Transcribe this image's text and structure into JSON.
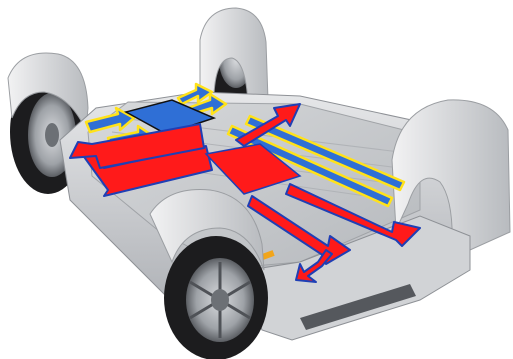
{
  "figure": {
    "subject": "skateboard-ev-chassis",
    "colors": {
      "background": "#ffffff",
      "chassis_body": "#cfd1d4",
      "chassis_shadow": "#8e9196",
      "floor": "#c9cbce",
      "tire": "#1c1c1e",
      "rim": "#b9bcc0",
      "red_node": "#ff1a1a",
      "red_outline": "#1f3fb5",
      "blue_node": "#2f6fd6",
      "blue_outline": "#111111",
      "yellow_outline": "#ffe21a"
    },
    "nodes": [
      {
        "id": "blue-hub",
        "color_key": "blue_node"
      },
      {
        "id": "red-hub",
        "color_key": "red_node"
      }
    ],
    "flows": {
      "yellow_arrow_count": 5,
      "red_arrow_count": 7
    }
  }
}
